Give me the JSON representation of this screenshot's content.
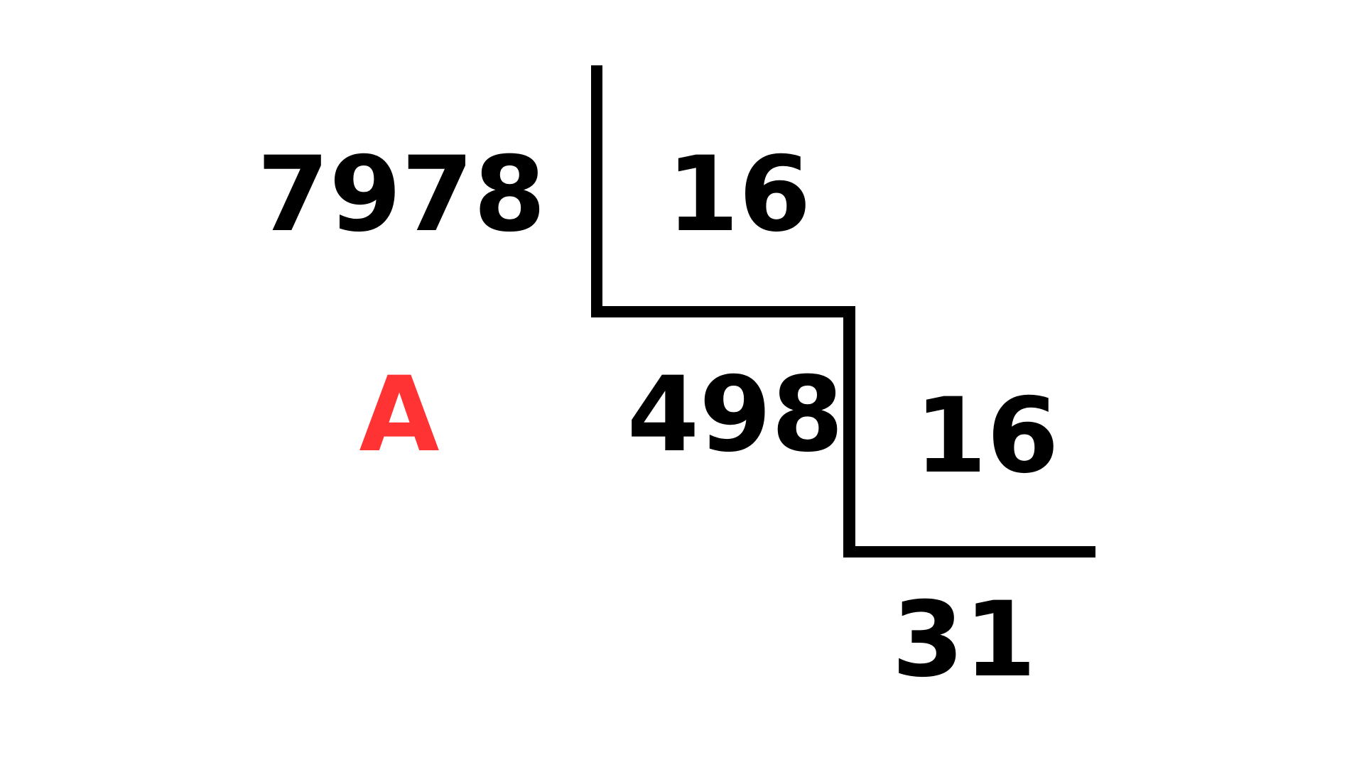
{
  "division": {
    "dividend": "7978",
    "divisor_1": "16",
    "quotient_1": "498",
    "remainder_1": "A",
    "divisor_2": "16",
    "quotient_2": "31"
  },
  "colors": {
    "text": "#000000",
    "highlight": "#ff3333",
    "line": "#000000"
  }
}
